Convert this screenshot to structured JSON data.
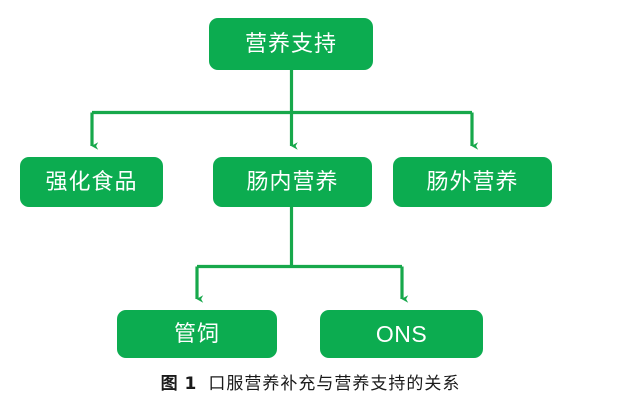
{
  "figure": {
    "caption_number": "图 1",
    "caption_text": "口服营养补充与营养支持的关系"
  },
  "theme": {
    "node_fill": "#0cac50",
    "node_text": "#ffffff",
    "connector_color": "#17a84b",
    "background": "#ffffff",
    "caption_color": "#1a1a1a"
  },
  "diagram": {
    "type": "tree",
    "orientation": "top-down",
    "levels": 3,
    "nodes": [
      {
        "id": "root",
        "label": "营养支持",
        "level": 1
      },
      {
        "id": "fortified",
        "label": "强化食品",
        "level": 2
      },
      {
        "id": "enteral",
        "label": "肠内营养",
        "level": 2
      },
      {
        "id": "parenteral",
        "label": "肠外营养",
        "level": 2
      },
      {
        "id": "tubefeeding",
        "label": "管饲",
        "level": 3
      },
      {
        "id": "ons",
        "label": "ONS",
        "level": 3
      }
    ],
    "edges": [
      {
        "from": "root",
        "to": "fortified",
        "arrow": "down"
      },
      {
        "from": "root",
        "to": "enteral",
        "arrow": "down"
      },
      {
        "from": "root",
        "to": "parenteral",
        "arrow": "down"
      },
      {
        "from": "enteral",
        "to": "tubefeeding",
        "arrow": "down"
      },
      {
        "from": "enteral",
        "to": "ons",
        "arrow": "down"
      }
    ]
  }
}
